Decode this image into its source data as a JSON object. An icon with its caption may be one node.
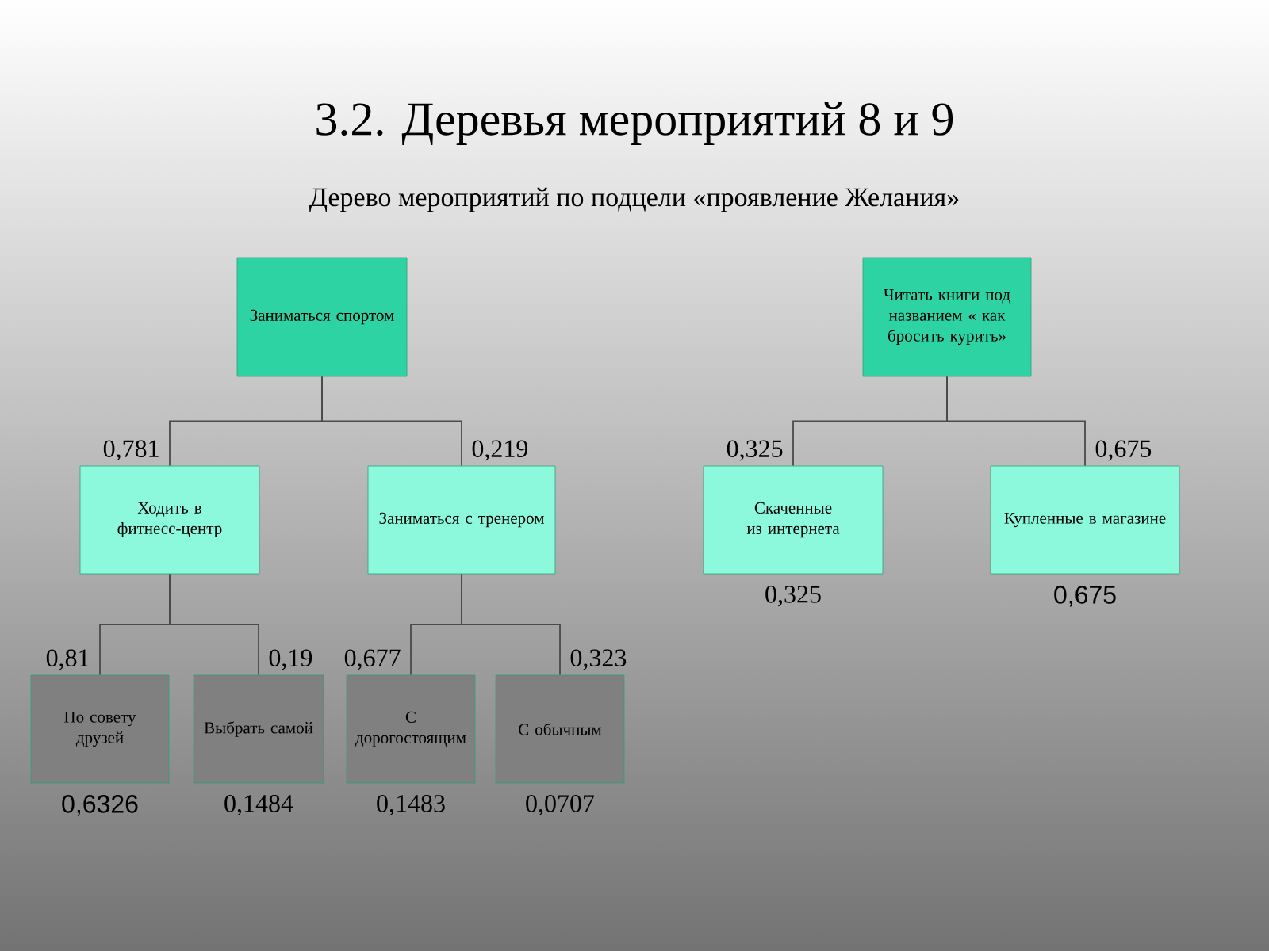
{
  "diagram": {
    "title": "3.2. Деревья мероприятий 8 и 9",
    "nodes": [
      {
        "text": [
          "Заниматься спортом"
        ]
      },
      {
        "text": [
          "Ходить в фитнесс-центр"
        ]
      },
      {
        "text": [
          "Заниматься с тренером"
        ]
      },
      {
        "text": [
          "По совету друзей"
        ],
        "beside": [
          "0,6326"
        ]
      },
      {
        "text": [
          "Выбрать самой"
        ],
        "beside": [
          "0,1484"
        ]
      },
      {
        "text": [
          "С дорогостоящим"
        ],
        "beside": [
          "0,1483"
        ]
      },
      {
        "text": [
          "С обычным"
        ],
        "beside": [
          "0,0707"
        ]
      },
      {
        "text": [
          "Читать книги под названием « как бросить курить»"
        ]
      },
      {
        "text": [
          "Скаченные из интернета"
        ],
        "beside": [
          "0,325"
        ]
      },
      {
        "text": [
          "Купленные в магазине"
        ],
        "beside": [
          "0,675"
        ]
      }
    ],
    "edges": [
      {
        "from": 0,
        "to": 1,
        "arrow": "none",
        "label": "0,781"
      },
      {
        "from": 0,
        "to": 2,
        "arrow": "none",
        "label": "0,219"
      },
      {
        "from": 1,
        "to": 3,
        "arrow": "none",
        "label": "0,81"
      },
      {
        "from": 1,
        "to": 4,
        "arrow": "none",
        "label": "0,19"
      },
      {
        "from": 2,
        "to": 5,
        "arrow": "none",
        "label": "0,677"
      },
      {
        "from": 2,
        "to": 6,
        "arrow": "none",
        "label": "0,323"
      },
      {
        "from": 7,
        "to": 8,
        "arrow": "none",
        "label": "0,325"
      },
      {
        "from": 7,
        "to": 9,
        "arrow": "none",
        "label": "0,675"
      }
    ],
    "labels": [
      "Дерево мероприятий по подцели «проявление Желания»"
    ]
  }
}
